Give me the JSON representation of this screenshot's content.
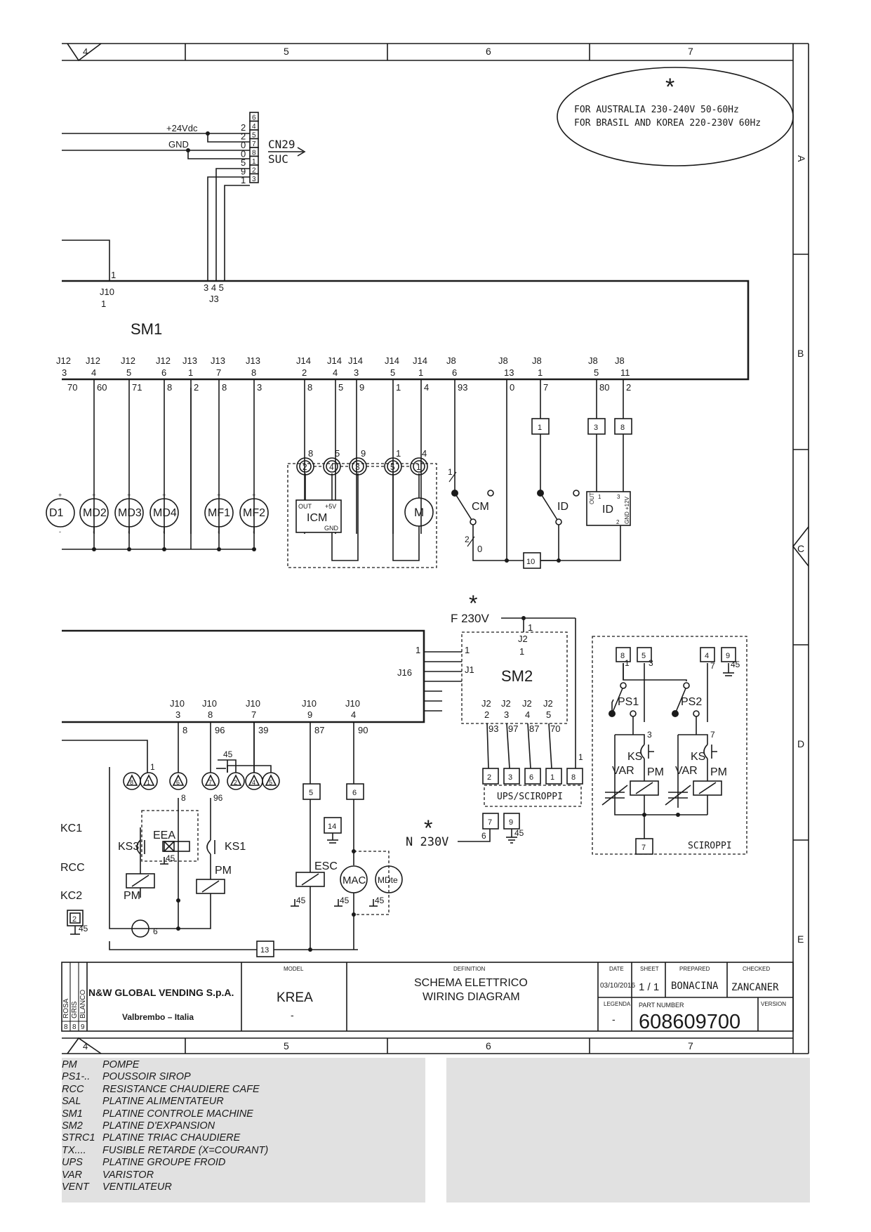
{
  "frame": {
    "top_zones": [
      "4",
      "5",
      "6",
      "7"
    ],
    "bottom_zones": [
      "4",
      "5",
      "6",
      "7"
    ],
    "side_zones": [
      "A",
      "B",
      "C",
      "D",
      "E"
    ]
  },
  "note": {
    "marker": "*",
    "line1": "FOR AUSTRALIA 230-240V 50-60Hz",
    "line2": "FOR BRASIL AND KOREA 220-230V 60Hz"
  },
  "cn29": {
    "name": "CN29",
    "sub": "SUC",
    "pins": [
      "6",
      "4",
      "5",
      "7",
      "8",
      "1",
      "2",
      "3"
    ],
    "side_labels": [
      "2",
      "2",
      "0",
      "0",
      "5",
      "9",
      "1"
    ],
    "v24": "+24Vdc",
    "gnd": "GND"
  },
  "sm1": {
    "name": "SM1",
    "top_pins": {
      "j10_pin": "1",
      "j10": "J10",
      "j10_wire": "1",
      "j3_pins": "3 4 5",
      "j3": "J3"
    },
    "pins": [
      {
        "conn": "J12",
        "pin": "3",
        "wire": "70"
      },
      {
        "conn": "J12",
        "pin": "4",
        "wire": "60"
      },
      {
        "conn": "J12",
        "pin": "5",
        "wire": "71"
      },
      {
        "conn": "J12",
        "pin": "6",
        "wire": "8"
      },
      {
        "conn": "J13",
        "pin": "1",
        "wire": "2"
      },
      {
        "conn": "J13",
        "pin": "7",
        "wire": "8"
      },
      {
        "conn": "J13",
        "pin": "8",
        "wire": "3"
      },
      {
        "conn": "J14",
        "pin": "2",
        "wire": "8"
      },
      {
        "conn": "J14",
        "pin": "4",
        "wire": "5"
      },
      {
        "conn": "J14",
        "pin": "3",
        "wire": "9"
      },
      {
        "conn": "J14",
        "pin": "5",
        "wire": "1"
      },
      {
        "conn": "J14",
        "pin": "1",
        "wire": "4"
      },
      {
        "conn": "J8",
        "pin": "6",
        "wire": "93"
      },
      {
        "conn": "J8",
        "pin": "13",
        "wire": "0"
      },
      {
        "conn": "J8",
        "pin": "1",
        "wire": "7"
      },
      {
        "conn": "J8",
        "pin": "5",
        "wire": "80"
      },
      {
        "conn": "J8",
        "pin": "11",
        "wire": "2"
      }
    ]
  },
  "motors": [
    "D1",
    "MD2",
    "MD3",
    "MD4",
    "MF1",
    "MF2"
  ],
  "icm": {
    "name": "ICM",
    "out": "OUT",
    "v5": "+5V",
    "gnd": "GND",
    "circles": [
      "2",
      "4",
      "3",
      "5",
      "1"
    ],
    "circle_wires": [
      "8",
      "5",
      "9",
      "1",
      "4"
    ],
    "motor": "M"
  },
  "switches": {
    "cm": "CM",
    "id": "ID",
    "id_box": "ID",
    "cm_pins": {
      "one": "1",
      "two": "2",
      "zero": "0"
    },
    "id_box_pins": {
      "out": "OUT",
      "one": "1",
      "three": "3",
      "gnd12": "GND +12V",
      "two": "2"
    },
    "terms": {
      "t1": "1",
      "t3": "3",
      "t8": "8",
      "t10": "10"
    }
  },
  "sm2": {
    "marker": "*",
    "f230": "F 230V",
    "n230": "N 230V",
    "name": "SM2",
    "j1": "J1",
    "j2_top": "J2",
    "j2_top_pin": "1",
    "j2_top_wire": "1",
    "j16": "J16",
    "j16_in": "1",
    "j1_in": "1",
    "bottom_pins": [
      {
        "conn": "J2",
        "pin": "2",
        "wire": "93"
      },
      {
        "conn": "J2",
        "pin": "3",
        "wire": "97"
      },
      {
        "conn": "J2",
        "pin": "4",
        "wire": "87"
      },
      {
        "conn": "J2",
        "pin": "5",
        "wire": "70"
      }
    ],
    "terms": [
      "2",
      "3",
      "6",
      "1",
      "8"
    ],
    "term_wire": "1",
    "ups_label": "UPS/SCIROPPI",
    "n_terms": [
      "7",
      "9"
    ],
    "n_wire": "6",
    "n_gnd": "45"
  },
  "sciroppi": {
    "label": "SCIROPPI",
    "top_terms": [
      "8",
      "5",
      "4",
      "9"
    ],
    "top_wires": [
      "1",
      "3",
      "7",
      "45"
    ],
    "ps1": "PS1",
    "ps2": "PS2",
    "ks": "KS",
    "var": "VAR",
    "pm": "PM",
    "wire3": "3",
    "wire7": "7",
    "bottom_term": "7"
  },
  "lower": {
    "pins": [
      {
        "conn": "J10",
        "pin": "3",
        "wire": "8"
      },
      {
        "conn": "J10",
        "pin": "8",
        "wire": "96"
      },
      {
        "conn": "J10",
        "pin": "7",
        "wire": "39"
      },
      {
        "conn": "J10",
        "pin": "9",
        "wire": "87"
      },
      {
        "conn": "J10",
        "pin": "4",
        "wire": "90"
      }
    ],
    "kc1": "KC1",
    "rcc": "RCC",
    "kc2": "KC2",
    "ks3": "KS3",
    "eea": "EEA",
    "ks1": "KS1",
    "pm": "PM",
    "esc": "ESC",
    "mac": "MAC",
    "mdte": "MDte",
    "triangles": [
      "8",
      "1",
      "6",
      "7",
      "2",
      "4",
      "5",
      "3"
    ],
    "tri_wires": {
      "w1": "1",
      "w8": "8",
      "w96": "96",
      "w45": "45",
      "w6": "6"
    },
    "terms": {
      "t5": "5",
      "t6": "6",
      "t14": "14",
      "t13": "13",
      "t2": "2"
    },
    "gnd": "45"
  },
  "title_block": {
    "revs": [
      "ROSA",
      "GRIS",
      "BLANCO"
    ],
    "rev_nums": [
      "8",
      "8",
      "9"
    ],
    "company": "N&W GLOBAL VENDING S.p.A.",
    "city": "Valbrembo – Italia",
    "model_label": "MODEL",
    "model": "KREA",
    "model_sub": "-",
    "definition_label": "DEFINITION",
    "def1": "SCHEMA ELETTRICO",
    "def2": "WIRING DIAGRAM",
    "date_label": "DATE",
    "date": "03/10/2016",
    "sheet_label": "SHEET",
    "sheet": "1 / 1",
    "prepared_label": "PREPARED",
    "prepared": "BONACINA",
    "checked_label": "CHECKED",
    "checked": "ZANCANER",
    "legend_label": "LEGENDA",
    "legend_val": "-",
    "part_label": "PART NUMBER",
    "part": "608609700",
    "version_label": "VERSION"
  },
  "legend": [
    {
      "code": "PM",
      "desc": "POMPE"
    },
    {
      "code": "PS1-..",
      "desc": "POUSSOIR SIROP"
    },
    {
      "code": "RCC",
      "desc": "RESISTANCE CHAUDIERE CAFE"
    },
    {
      "code": "SAL",
      "desc": "PLATINE ALIMENTATEUR"
    },
    {
      "code": "SM1",
      "desc": "PLATINE CONTROLE MACHINE"
    },
    {
      "code": "SM2",
      "desc": "PLATINE D'EXPANSION"
    },
    {
      "code": "STRC1",
      "desc": "PLATINE TRIAC CHAUDIERE"
    },
    {
      "code": "TX....",
      "desc": "FUSIBLE RETARDE (X=COURANT)"
    },
    {
      "code": "UPS",
      "desc": "PLATINE GROUPE  FROID"
    },
    {
      "code": "VAR",
      "desc": "VARISTOR"
    },
    {
      "code": "VENT",
      "desc": "VENTILATEUR"
    }
  ]
}
